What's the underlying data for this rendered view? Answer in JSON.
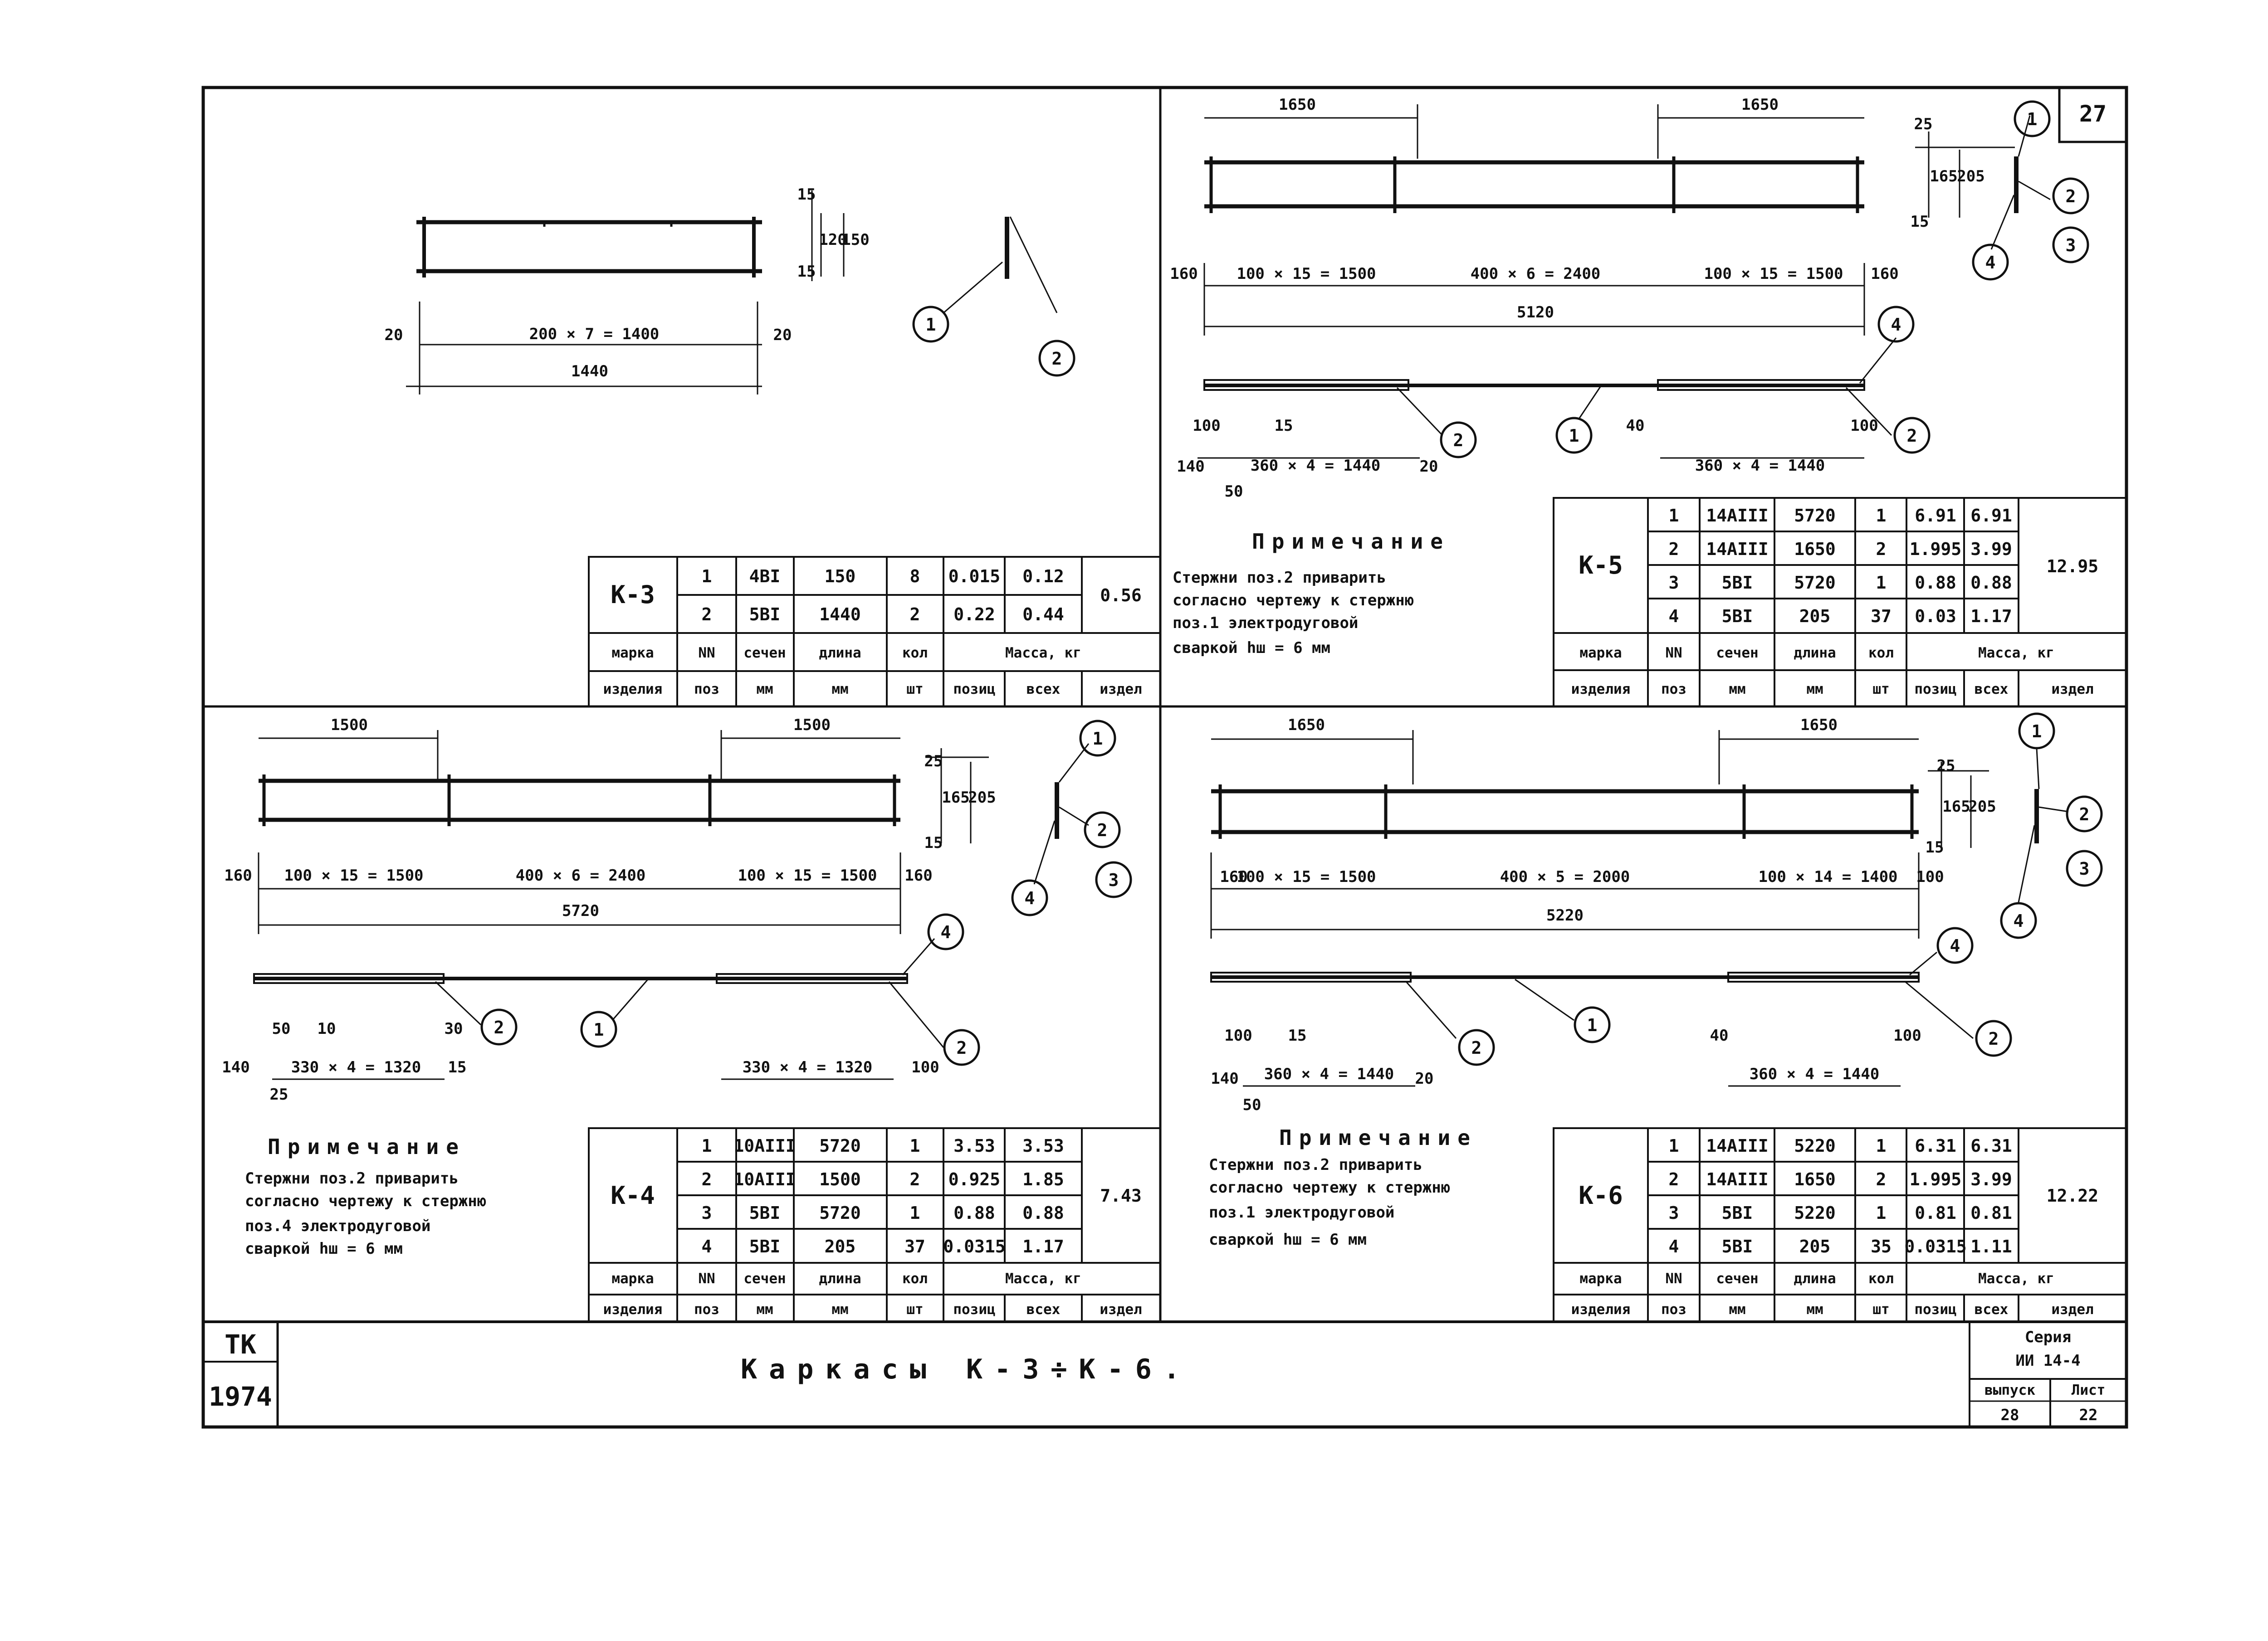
{
  "sheet": {
    "page_number": "27",
    "title": "Каркасы К-3÷К-6.",
    "stamp_org": "ТК",
    "stamp_year": "1974",
    "series_label": "Серия",
    "series_value": "ИИ 14-4",
    "issue_label": "выпуск",
    "issue_value": "28",
    "sheet_label": "Лист",
    "sheet_value": "22"
  },
  "headers": {
    "mark1": "марка",
    "mark2": "изделия",
    "pos1": "NN",
    "pos2": "поз",
    "sec1": "сечен",
    "sec2": "мм",
    "len1": "длина",
    "len2": "мм",
    "qty1": "кол",
    "qty2": "шт",
    "mass": "Масса, кг",
    "mpos": "позиц",
    "mall": "всех",
    "mprod": "издел"
  },
  "note_heading": "Примечание",
  "k3": {
    "mark": "К-3",
    "total": "0.56",
    "rows": [
      {
        "pos": "1",
        "section": "4ВI",
        "length": "150",
        "qty": "8",
        "mpos": "0.015",
        "mall": "0.12"
      },
      {
        "pos": "2",
        "section": "5ВI",
        "length": "1440",
        "qty": "2",
        "mpos": "0.22",
        "mall": "0.44"
      }
    ],
    "dims": {
      "top": "200 × 7 = 1400",
      "left": "20",
      "right": "20",
      "total": "1440",
      "h1": "15",
      "h2": "120",
      "h3": "15",
      "h4": "150"
    }
  },
  "k4": {
    "mark": "К-4",
    "total": "7.43",
    "rows": [
      {
        "pos": "1",
        "section": "10АIII",
        "length": "5720",
        "qty": "1",
        "mpos": "3.53",
        "mall": "3.53"
      },
      {
        "pos": "2",
        "section": "10АIII",
        "length": "1500",
        "qty": "2",
        "mpos": "0.925",
        "mall": "1.85"
      },
      {
        "pos": "3",
        "section": "5ВI",
        "length": "5720",
        "qty": "1",
        "mpos": "0.88",
        "mall": "0.88"
      },
      {
        "pos": "4",
        "section": "5ВI",
        "length": "205",
        "qty": "37",
        "mpos": "0.0315",
        "mall": "1.17"
      }
    ],
    "note": [
      "Стержни поз.2 приварить",
      "согласно чертежу к стержню",
      "поз.4 электродуговой",
      "сваркой hш = 6 мм"
    ],
    "dims": {
      "l1": "1500",
      "l2": "1500",
      "seg1": "100 × 15 = 1500",
      "seg2": "400 × 6 = 2400",
      "seg3": "100 × 15 = 1500",
      "end1": "160",
      "end2": "160",
      "total": "5720",
      "h1": "25",
      "h2": "165",
      "h3": "205",
      "h4": "15",
      "b1": "330 × 4 = 1320",
      "b2": "330 × 4 = 1320",
      "a1": "140",
      "a2": "25",
      "a3": "50",
      "a4": "10",
      "a5": "30",
      "a6": "15",
      "a7": "100"
    }
  },
  "k5": {
    "mark": "К-5",
    "total": "12.95",
    "rows": [
      {
        "pos": "1",
        "section": "14АIII",
        "length": "5720",
        "qty": "1",
        "mpos": "6.91",
        "mall": "6.91"
      },
      {
        "pos": "2",
        "section": "14АIII",
        "length": "1650",
        "qty": "2",
        "mpos": "1.995",
        "mall": "3.99"
      },
      {
        "pos": "3",
        "section": "5ВI",
        "length": "5720",
        "qty": "1",
        "mpos": "0.88",
        "mall": "0.88"
      },
      {
        "pos": "4",
        "section": "5ВI",
        "length": "205",
        "qty": "37",
        "mpos": "0.03",
        "mall": "1.17"
      }
    ],
    "note": [
      "Стержни поз.2 приварить",
      "согласно чертежу к стержню",
      "поз.1 электродуговой",
      "сваркой hш = 6 мм"
    ],
    "dims": {
      "l1": "1650",
      "l2": "1650",
      "seg1": "100 × 15 = 1500",
      "seg2": "400 × 6 = 2400",
      "seg3": "100 × 15 = 1500",
      "end1": "160",
      "end2": "160",
      "total": "5120",
      "h1": "25",
      "h2": "165",
      "h3": "205",
      "h4": "15",
      "b1": "360 × 4 = 1440",
      "b2": "360 × 4 = 1440",
      "a1": "100",
      "a2": "15",
      "a3": "140",
      "a4": "40",
      "a5": "20",
      "a6": "50",
      "a7": "100"
    }
  },
  "k6": {
    "mark": "К-6",
    "total": "12.22",
    "rows": [
      {
        "pos": "1",
        "section": "14АIII",
        "length": "5220",
        "qty": "1",
        "mpos": "6.31",
        "mall": "6.31"
      },
      {
        "pos": "2",
        "section": "14АIII",
        "length": "1650",
        "qty": "2",
        "mpos": "1.995",
        "mall": "3.99"
      },
      {
        "pos": "3",
        "section": "5ВI",
        "length": "5220",
        "qty": "1",
        "mpos": "0.81",
        "mall": "0.81"
      },
      {
        "pos": "4",
        "section": "5ВI",
        "length": "205",
        "qty": "35",
        "mpos": "0.0315",
        "mall": "1.11"
      }
    ],
    "note": [
      "Стержни поз.2 приварить",
      "согласно чертежу к стержню",
      "поз.1 электродуговой",
      "сваркой hш = 6 мм"
    ],
    "dims": {
      "l1": "1650",
      "l2": "1650",
      "seg1": "100 × 15 = 1500",
      "seg2": "400 × 5 = 2000",
      "seg3": "100 × 14 = 1400",
      "end1": "160",
      "end2": "100",
      "total": "5220",
      "h1": "25",
      "h2": "165",
      "h3": "205",
      "h4": "15",
      "b1": "360 × 4 = 1440",
      "b2": "360 × 4 = 1440",
      "a1": "100",
      "a2": "15",
      "a3": "140",
      "a4": "40",
      "a5": "20",
      "a6": "50",
      "a7": "100"
    }
  },
  "callouts": {
    "c1": "1",
    "c2": "2",
    "c3": "3",
    "c4": "4"
  }
}
